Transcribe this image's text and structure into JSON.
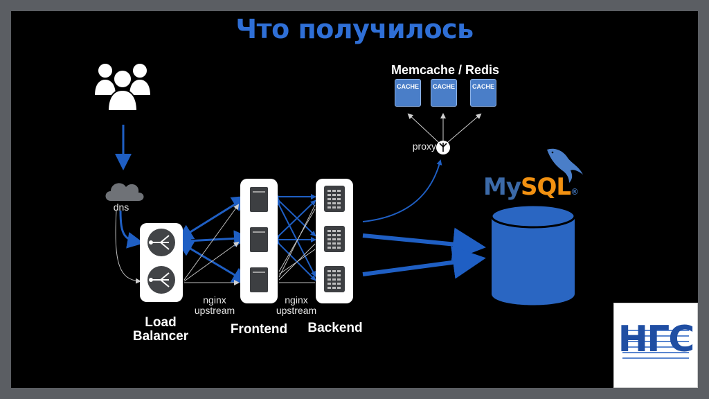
{
  "title": "Что получилось",
  "cache_group": {
    "label": "Memcache / Redis",
    "boxes": [
      "CACHE",
      "CACHE",
      "CACHE"
    ],
    "proxy_label": "proxy"
  },
  "labels": {
    "dns": "dns",
    "load_balancer_line1": "Load",
    "load_balancer_line2": "Balancer",
    "frontend": "Frontend",
    "backend": "Backend",
    "upstream1_line1": "nginx",
    "upstream1_line2": "upstream",
    "upstream2_line1": "nginx",
    "upstream2_line2": "upstream"
  },
  "mysql": {
    "my": "My",
    "sql": "SQL"
  },
  "logo": "НГС",
  "colors": {
    "accent": "#2f6fd6",
    "arrow": "#1f5fc4",
    "thin_arrow": "#bfbfbf",
    "db": "#2a66c2",
    "frame": "#5b5e63"
  },
  "icons": [
    "users-icon",
    "cloud-icon",
    "load-balancer-icon",
    "server-icon",
    "proxy-icon",
    "database-icon",
    "dolphin-icon"
  ]
}
